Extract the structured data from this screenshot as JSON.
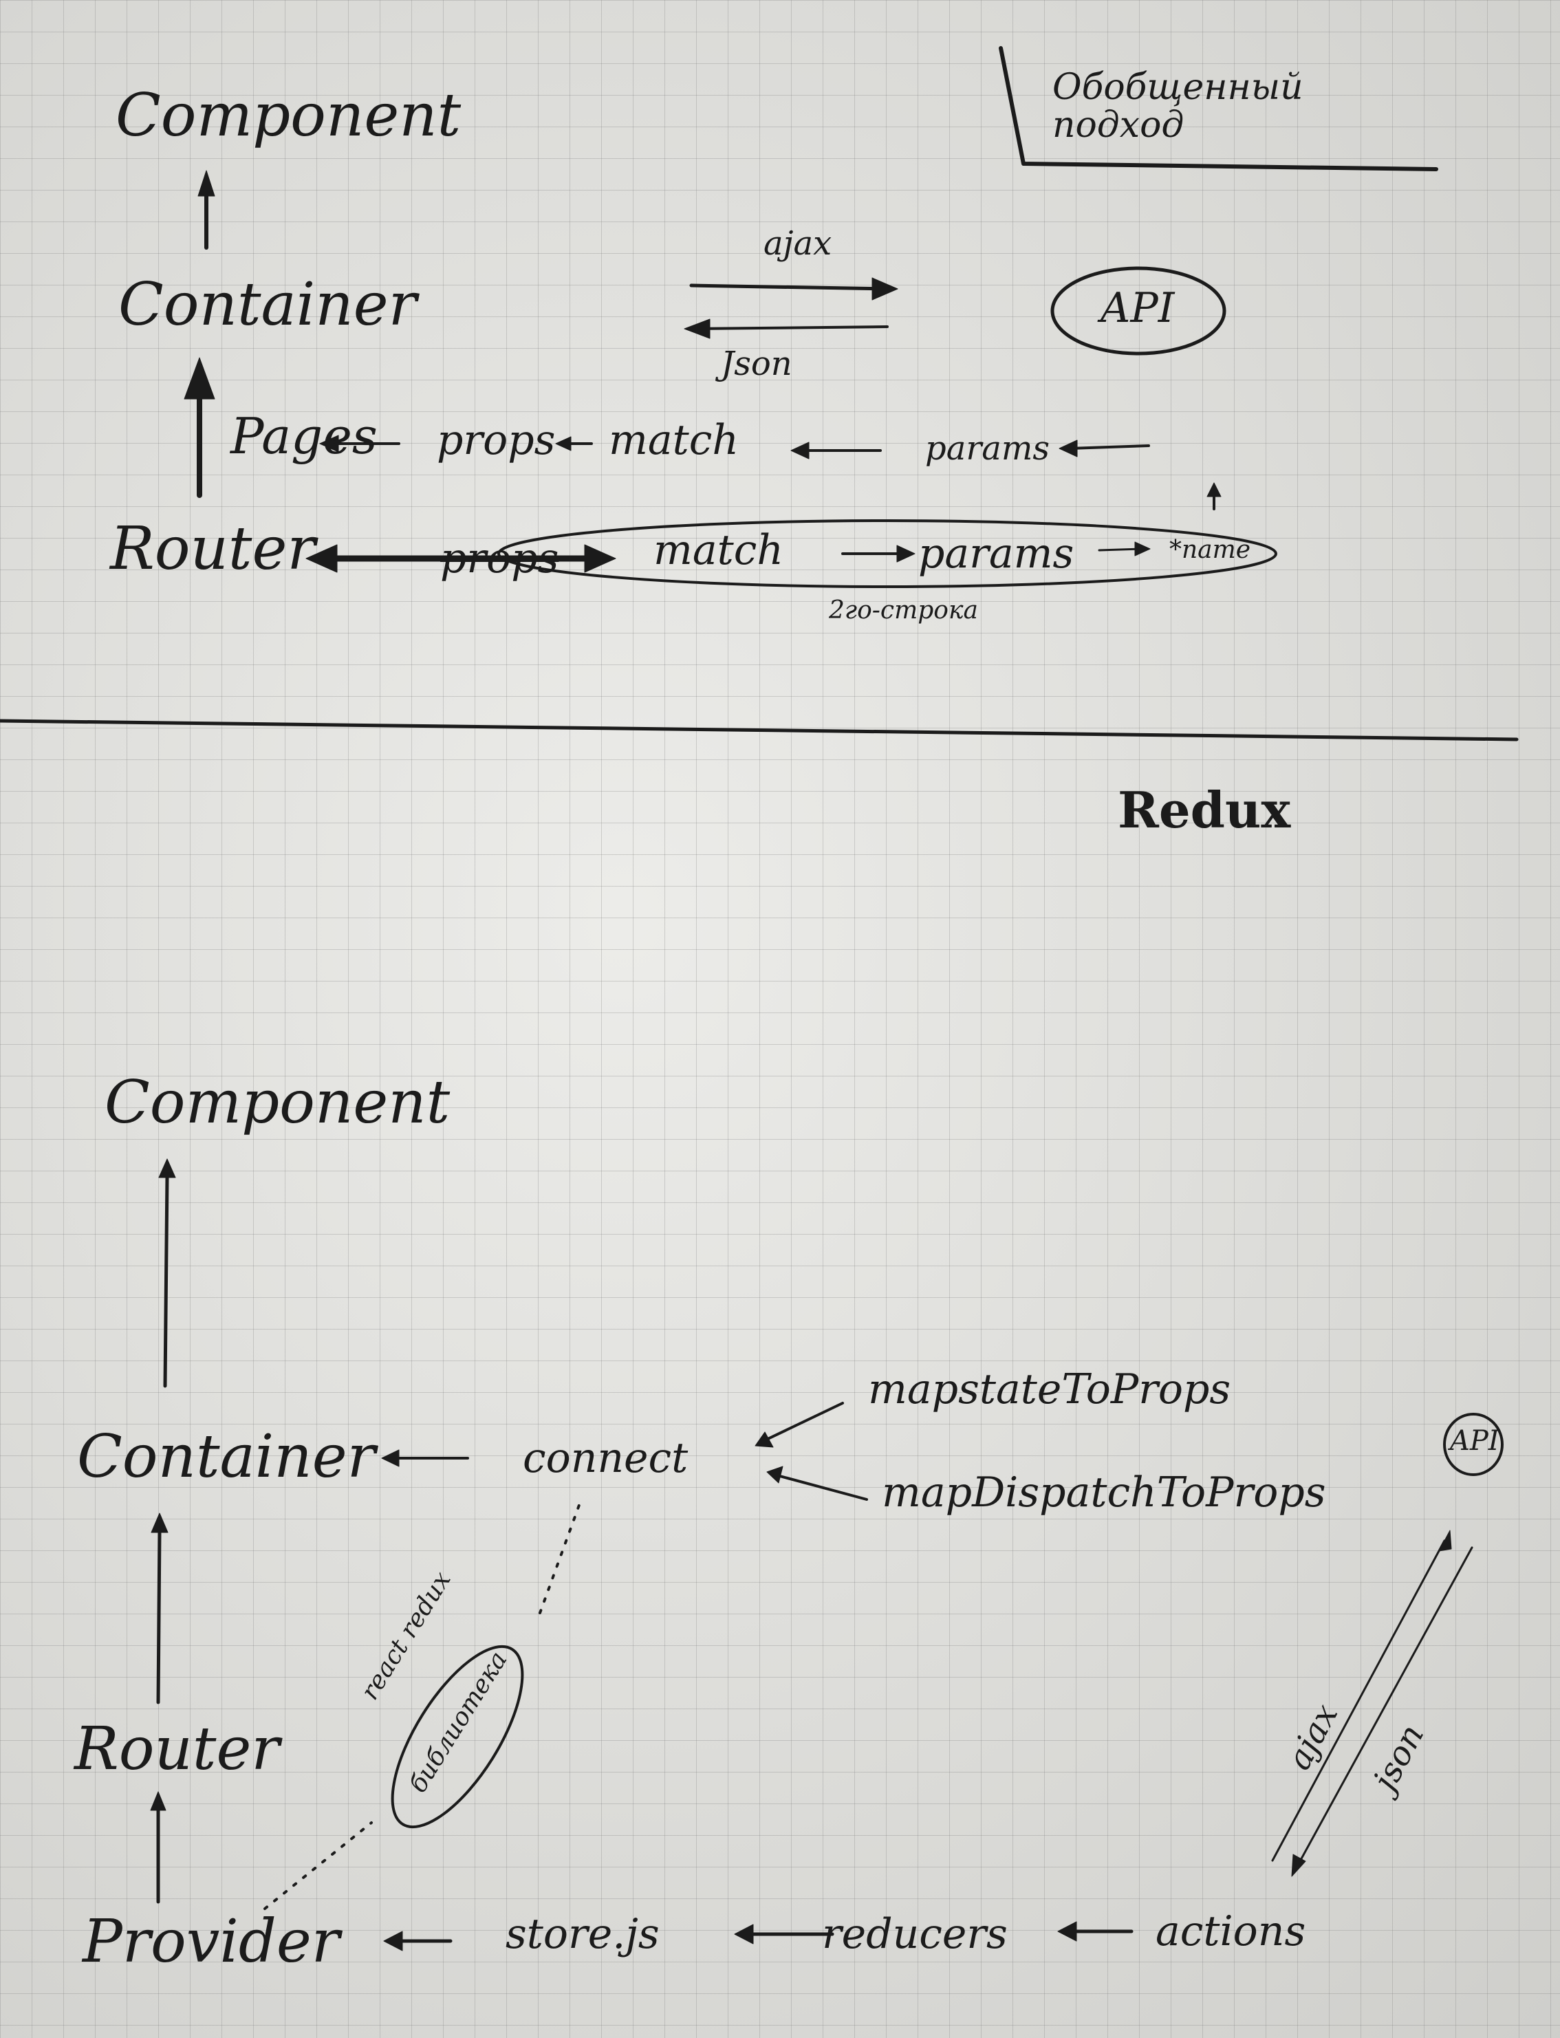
{
  "top": {
    "header": "Обобщенный подход",
    "component": "Component",
    "container": "Container",
    "ajax": "ajax",
    "json": "Json",
    "api": "API",
    "page_row": {
      "page": "Pages",
      "props": "props",
      "match": "match",
      "params": "params"
    },
    "router_row": {
      "router": "Router",
      "props": "props",
      "match": "match",
      "params": "params",
      "name": "*name",
      "caption": "2го-строка"
    }
  },
  "bottom": {
    "title": "Redux",
    "component": "Component",
    "container": "Container",
    "connect": "connect",
    "map_state": "mapstateToProps",
    "map_dispatch": "mapDispatchToProps",
    "api": "API",
    "router": "Router",
    "react_redux": "react redux",
    "react_redux_2": "библиотека",
    "ajax": "ajax",
    "json": "json",
    "provider": "Provider",
    "store": "store.js",
    "reducers": "reducers",
    "actions": "actions"
  }
}
